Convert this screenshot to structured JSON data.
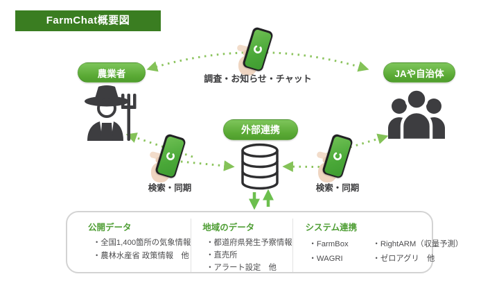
{
  "title": "FarmChat概要図",
  "nodes": {
    "farmer": "農業者",
    "ja": "JAや自治体",
    "external": "外部連携"
  },
  "edge_labels": {
    "top": "調査・お知らせ・チャット",
    "left": "検索・同期",
    "right": "検索・同期"
  },
  "panels": [
    {
      "heading": "公開データ",
      "items": [
        "・全国1,400箇所の気象情報",
        "・農林水産省 政策情報　他"
      ]
    },
    {
      "heading": "地域のデータ",
      "items": [
        "・都道府県発生予察情報",
        "・直売所",
        "・アラート設定　他"
      ]
    },
    {
      "heading": "システム連携",
      "items": [
        "・FarmBox",
        "・RightARM（収量予測）",
        "・WAGRI",
        "・ゼロアグリ　他"
      ]
    }
  ],
  "colors": {
    "title_green": "#3a7d21",
    "pill_green": "#59a934",
    "dotted_arrow_green": "#8cc45e",
    "solid_arrow_green": "#6cbf4e",
    "icon_gray": "#3d3d40",
    "heading_green": "#4f9e35"
  }
}
